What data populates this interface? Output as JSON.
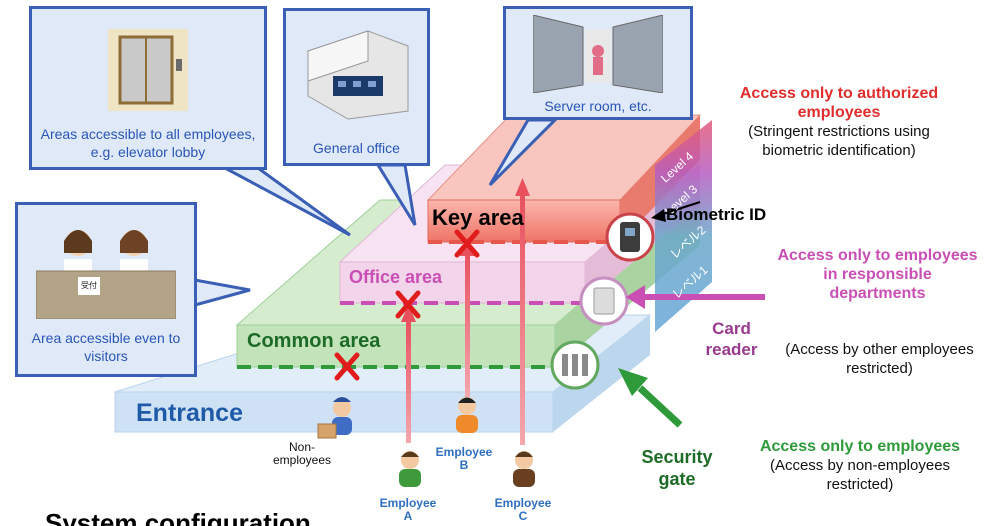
{
  "callouts": {
    "elevator": "Areas accessible to all employees, e.g. elevator lobby",
    "office": "General office",
    "server": "Server room, etc.",
    "visitors": "Area accessible even to visitors",
    "reception_sign": "受付"
  },
  "areas": {
    "entrance": "Entrance",
    "common": "Common area",
    "office": "Office area",
    "key": "Key area"
  },
  "levels": {
    "level4": "Level 4",
    "level3": "Level 3",
    "level2": "レベル2",
    "level1": "レベル1"
  },
  "devices": {
    "biometric": "Biometric ID",
    "card_reader": "Card reader",
    "security_gate": "Security gate"
  },
  "access": {
    "key_title": "Access only to authorized employees",
    "key_note": "(Stringent restrictions using biometric identification)",
    "office_title": "Access only to employees in responsible departments",
    "office_note": "(Access by other employees restricted)",
    "common_title": "Access only to employees",
    "common_note": "(Access by non-employees restricted)"
  },
  "people": {
    "non_employees": "Non-employees",
    "employee_a": "Employee A",
    "employee_b": "Employee B",
    "employee_c": "Employee C"
  },
  "bottom_heading": "System configuration",
  "colors": {
    "key": "#e8574c",
    "office": "#c94fb4",
    "common": "#2e9a3a",
    "entrance": "#bcd8f0",
    "callout_border": "#3b5fb4",
    "arrow": "#f06b78",
    "cross": "#e01c1c"
  }
}
